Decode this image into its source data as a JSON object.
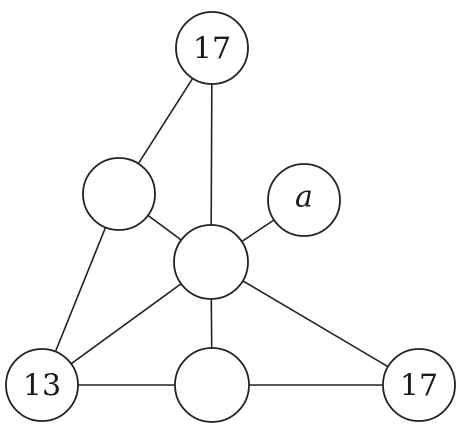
{
  "diagram": {
    "nodes": [
      {
        "id": "top",
        "label": "17",
        "italic": false
      },
      {
        "id": "upper-left",
        "label": "",
        "italic": false
      },
      {
        "id": "center",
        "label": "",
        "italic": false
      },
      {
        "id": "a-node",
        "label": "a",
        "italic": true
      },
      {
        "id": "bottom-left",
        "label": "13",
        "italic": false
      },
      {
        "id": "bottom-middle",
        "label": "",
        "italic": false
      },
      {
        "id": "bottom-right",
        "label": "17",
        "italic": false
      }
    ],
    "edges": [
      [
        "top",
        "upper-left"
      ],
      [
        "top",
        "center"
      ],
      [
        "upper-left",
        "center"
      ],
      [
        "upper-left",
        "bottom-left"
      ],
      [
        "center",
        "a-node"
      ],
      [
        "center",
        "bottom-left"
      ],
      [
        "center",
        "bottom-middle"
      ],
      [
        "center",
        "bottom-right"
      ],
      [
        "bottom-left",
        "bottom-middle"
      ],
      [
        "bottom-middle",
        "bottom-right"
      ]
    ],
    "colors": {
      "stroke": "#222222",
      "fill": "#ffffff"
    }
  }
}
